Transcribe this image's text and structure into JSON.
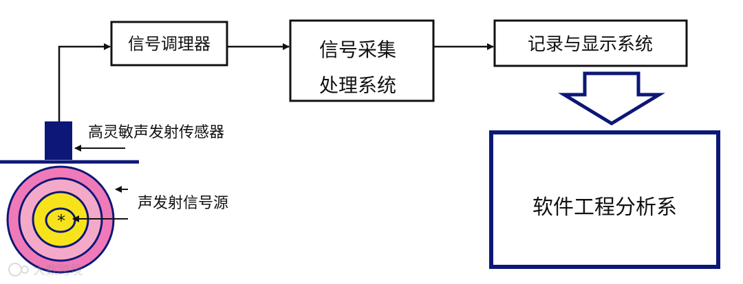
{
  "nodes": {
    "conditioner": "信号调理器",
    "acquisition_line1": "信号采集",
    "acquisition_line2": "处理系统",
    "recorder": "记录与显示系统",
    "software": "软件工程分析系",
    "sensor": "高灵敏声发射传感器",
    "source": "声发射信号源",
    "source_mark": "*"
  },
  "watermark": "大数跨境",
  "colors": {
    "ring_outer": "#f07ab8",
    "ring_inner": "#f5a9c8",
    "core": "#f7e31b",
    "sensor": "#0c1777",
    "navy": "#0c1777",
    "line": "#111111"
  }
}
